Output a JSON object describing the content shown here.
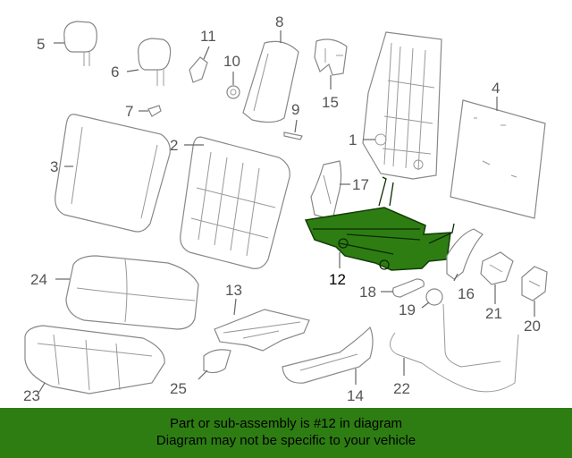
{
  "callouts": {
    "c1": "1",
    "c2": "2",
    "c3": "3",
    "c4": "4",
    "c5": "5",
    "c6": "6",
    "c7": "7",
    "c8": "8",
    "c9": "9",
    "c10": "10",
    "c11": "11",
    "c12": "12",
    "c13": "13",
    "c14": "14",
    "c15": "15",
    "c16": "16",
    "c17": "17",
    "c18": "18",
    "c19": "19",
    "c20": "20",
    "c21": "21",
    "c22": "22",
    "c23": "23",
    "c24": "24",
    "c25": "25"
  },
  "highlight_part": "12",
  "banner": {
    "line1": "Part or sub-assembly is #12 in diagram",
    "line2": "Diagram may not be specific to your vehicle"
  },
  "colors": {
    "highlight": "#2e7d13",
    "banner_bg": "#2e7d13"
  }
}
